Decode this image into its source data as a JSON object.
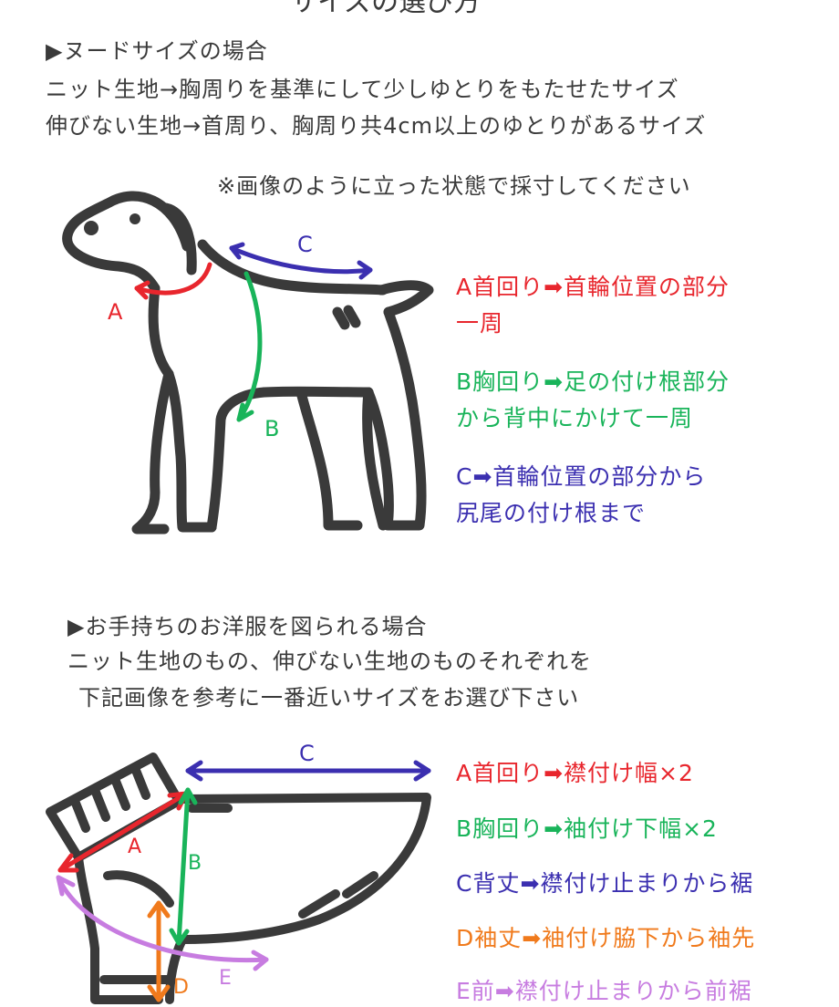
{
  "title": "サイズの選び方",
  "section1": {
    "heading": "▶ヌードサイズの場合",
    "line1": "ニット生地→胸周りを基準にして少しゆとりをもたせたサイズ",
    "line2": "伸びない生地→首周り、胸周り共4cm以上のゆとりがあるサイズ",
    "note": "※画像のように立った状態で採寸してください",
    "markers": {
      "a": "A",
      "b": "B",
      "c": "C"
    },
    "legend": [
      {
        "line1": "A首回り➡首輪位置の部分",
        "line2": "一周",
        "color": "#e8262d"
      },
      {
        "line1": "B胸回り➡足の付け根部分",
        "line2": "から背中にかけて一周",
        "color": "#19b45a"
      },
      {
        "line1": "C➡首輪位置の部分から",
        "line2": "尻尾の付け根まで",
        "color": "#3b2fb0"
      }
    ]
  },
  "section2": {
    "heading": "▶お手持ちのお洋服を図られる場合",
    "line1": "ニット生地のもの、伸びない生地のものそれぞれを",
    "line2": "下記画像を参考に一番近いサイズをお選び下さい",
    "markers": {
      "a": "A",
      "b": "B",
      "c": "C",
      "d": "D",
      "e": "E"
    },
    "legend": [
      {
        "text": "A首回り➡襟付け幅×2",
        "color": "#e8262d"
      },
      {
        "text": "B胸回り➡袖付け下幅×2",
        "color": "#19b45a"
      },
      {
        "text": "C背丈➡襟付け止まりから裾",
        "color": "#3b2fb0"
      },
      {
        "text": "D袖丈➡袖付け脇下から袖先",
        "color": "#f07a1c"
      },
      {
        "text": "E前➡襟付け止まりから前裾",
        "color": "#c77ce0"
      }
    ]
  },
  "colors": {
    "ink": "#3a3a3a",
    "red": "#e8262d",
    "green": "#19b45a",
    "blue": "#3b2fb0",
    "orange": "#f07a1c",
    "violet": "#c77ce0"
  }
}
